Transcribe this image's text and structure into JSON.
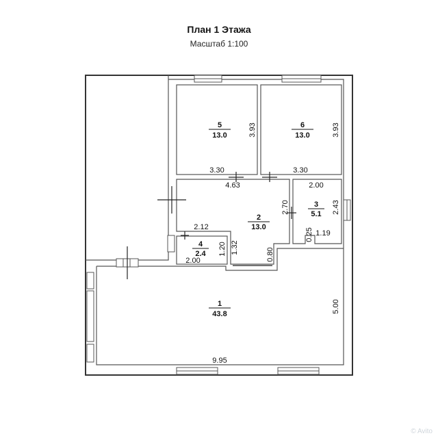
{
  "title": "План 1 Этажа",
  "scale": "Масштаб 1:100",
  "rooms": [
    {
      "number": "1",
      "area": "43.8"
    },
    {
      "number": "2",
      "area": "13.0"
    },
    {
      "number": "3",
      "area": "5.1"
    },
    {
      "number": "4",
      "area": "2.4"
    },
    {
      "number": "5",
      "area": "13.0"
    },
    {
      "number": "6",
      "area": "13.0"
    }
  ],
  "dimensions": {
    "r5_height": "3.93",
    "r5_width": "3.30",
    "r6_height": "3.93",
    "r6_width": "3.30",
    "r2_top": "4.63",
    "r2_height": "2.70",
    "r2_left": "2.12",
    "r2_lower": "1.32",
    "r2_door": "0.80",
    "r3_top": "2.00",
    "r3_height": "2.43",
    "r3_step": "0.25",
    "r3_bottom": "1.19",
    "r4_height": "1.20",
    "r4_width": "2.00",
    "r1_height": "5.00",
    "r1_width": "9.95"
  },
  "watermark": "© Avito"
}
